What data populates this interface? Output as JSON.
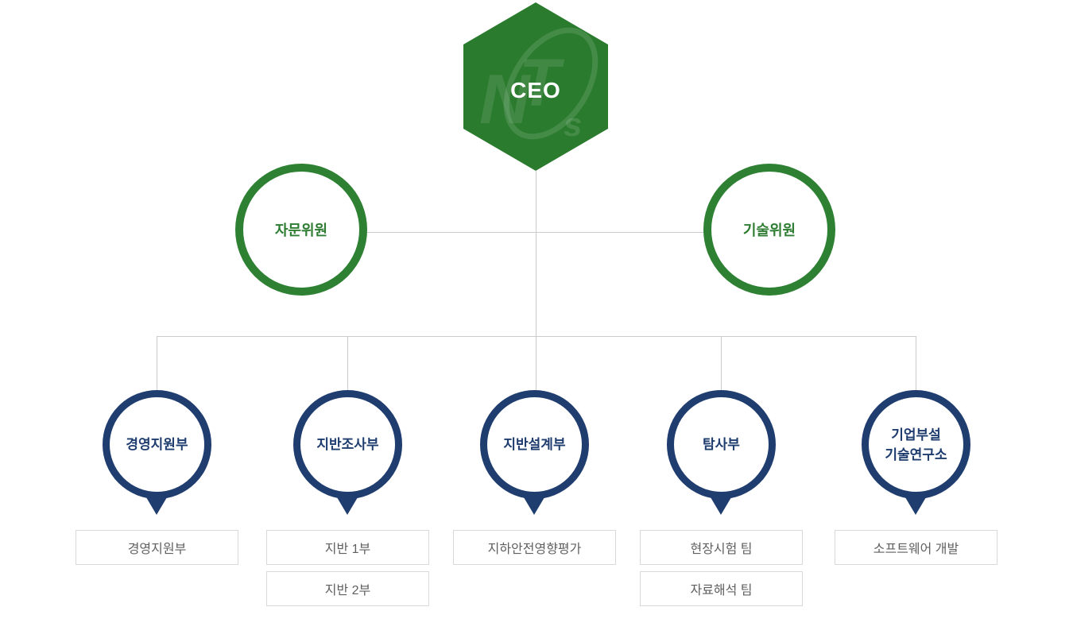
{
  "page": {
    "title": "Organization Chart",
    "background": "#ffffff"
  },
  "colors": {
    "hexagon_green": "#2b7b2f",
    "circle_green_border": "#2e8133",
    "green_text": "#2e7d32",
    "navy": "#1f3d6f",
    "box_border": "#d9d9d9",
    "box_text": "#606060",
    "connector_line": "#cbcbcb"
  },
  "ceo": {
    "label": "CEO",
    "logo": {
      "n": "N",
      "t": "T",
      "s": "s"
    }
  },
  "committees": [
    {
      "label": "자문위원"
    },
    {
      "label": "기술위원"
    }
  ],
  "departments": [
    {
      "label": "경영지원부",
      "teams": [
        "경영지원부"
      ]
    },
    {
      "label": "지반조사부",
      "teams": [
        "지반 1부",
        "지반 2부"
      ]
    },
    {
      "label": "지반설계부",
      "teams": [
        "지하안전영향평가"
      ]
    },
    {
      "label": "탐사부",
      "teams": [
        "현장시험 팀",
        "자료해석 팀"
      ]
    },
    {
      "label": "기업부설\n기술연구소",
      "teams": [
        "소프트웨어 개발"
      ]
    }
  ]
}
